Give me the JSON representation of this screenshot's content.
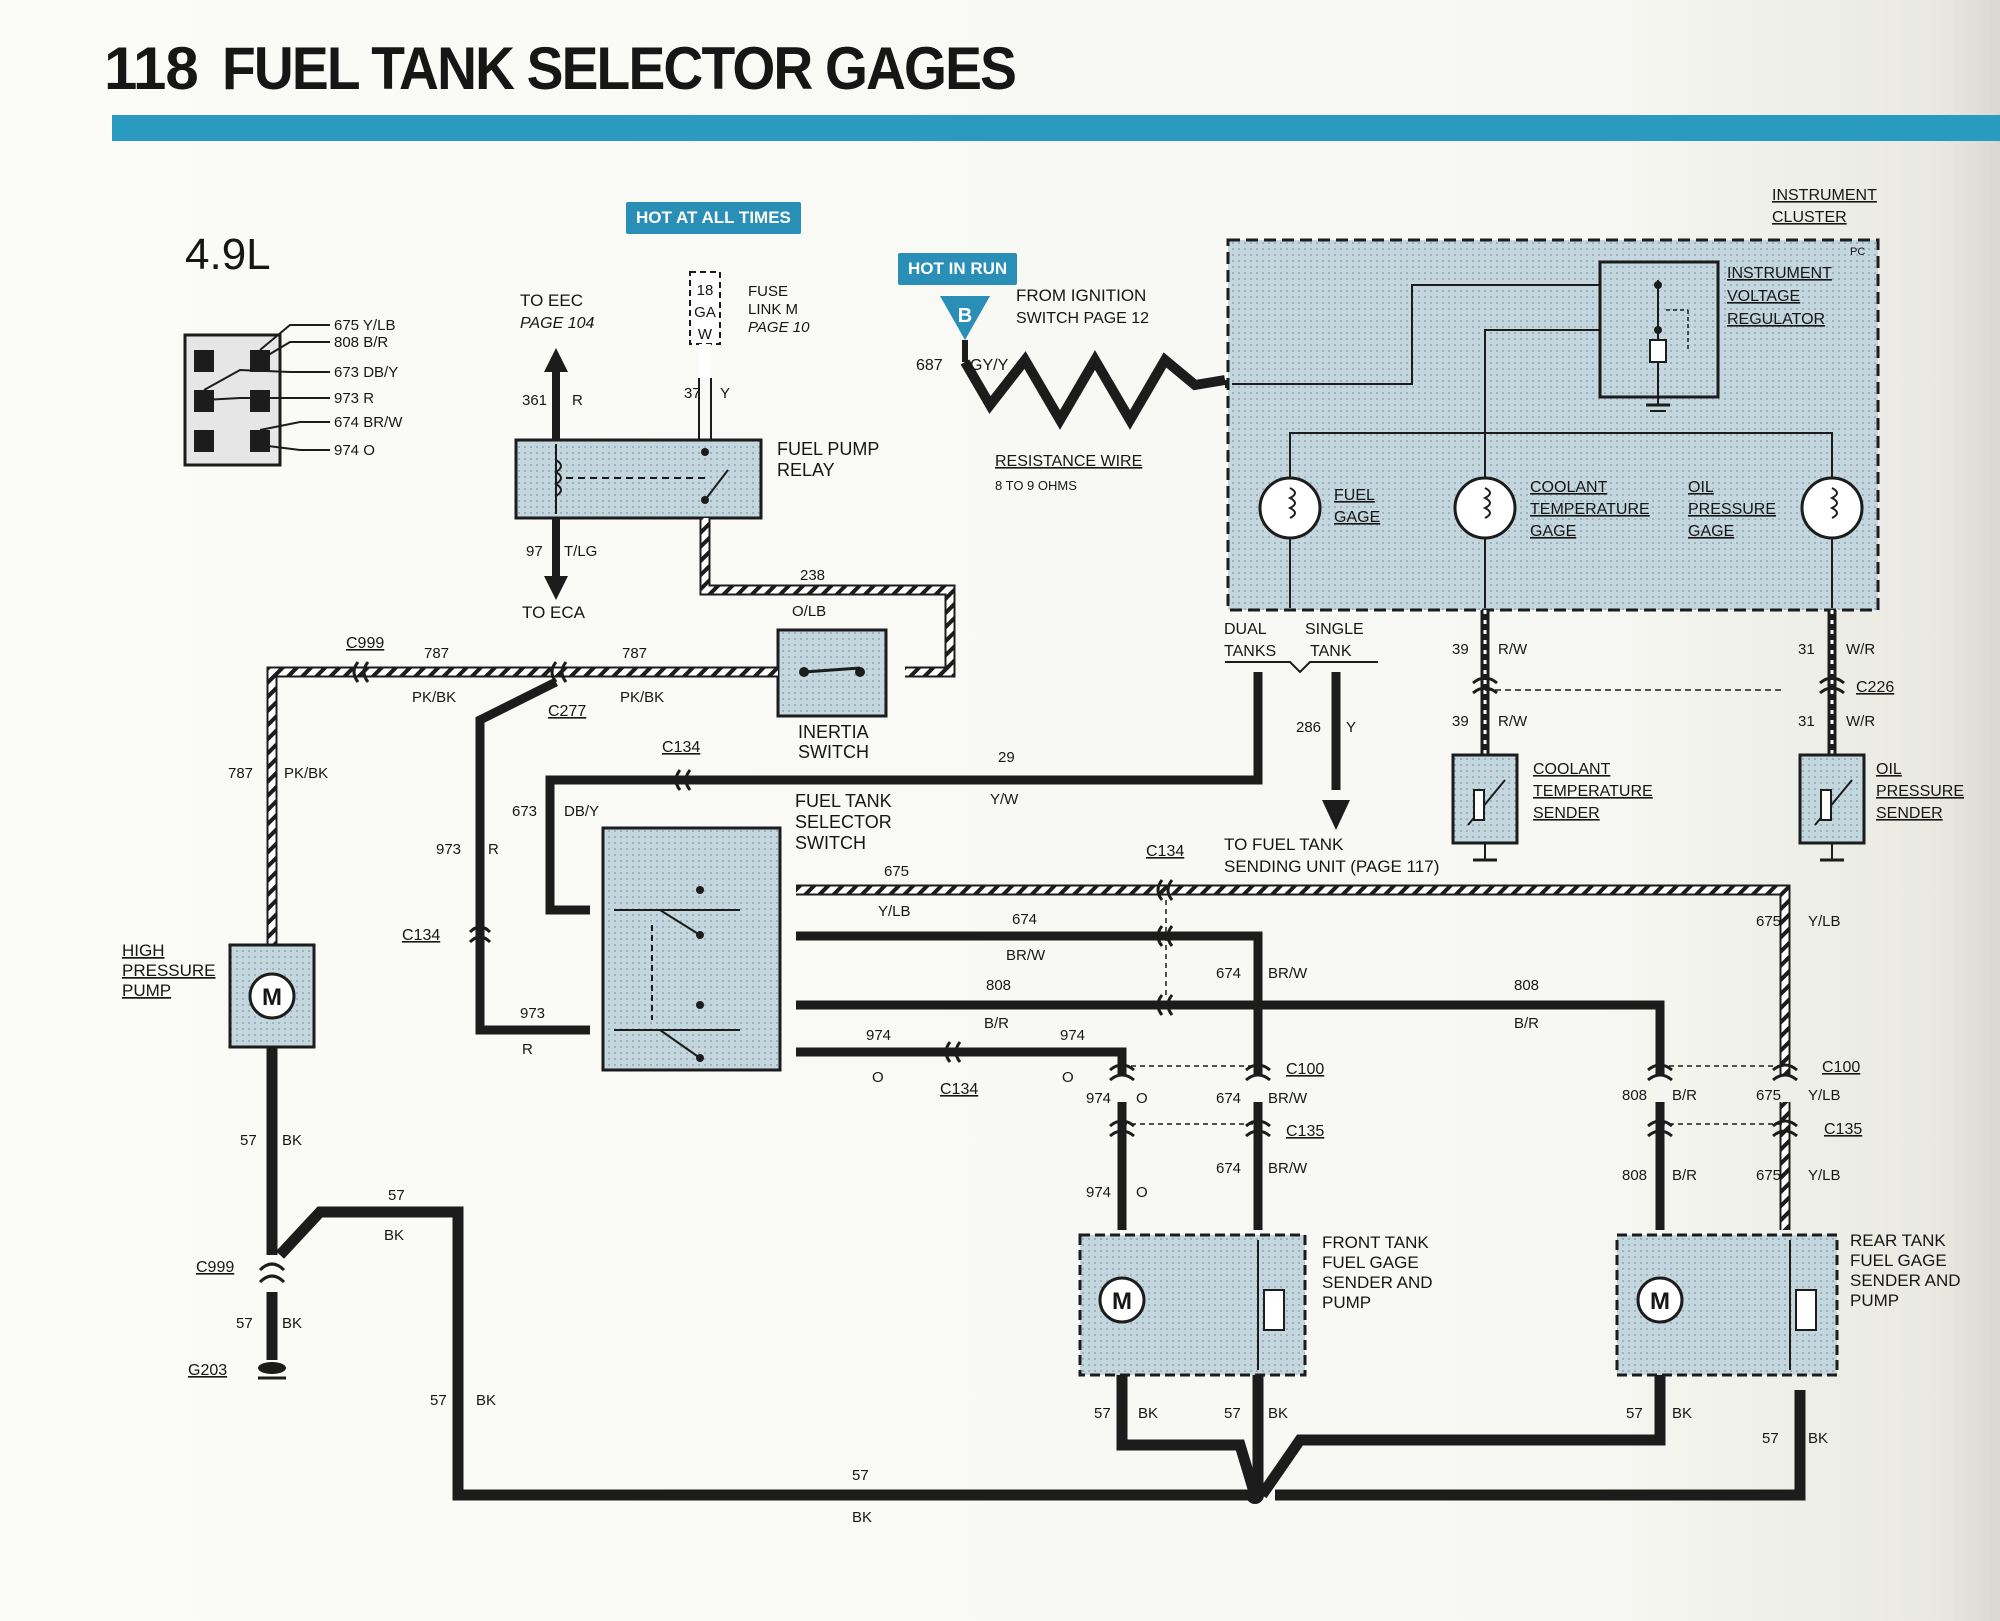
{
  "header": {
    "page_number": "118",
    "title": "FUEL TANK SELECTOR GAGES"
  },
  "engine": "4.9L",
  "badges": {
    "hot_all": "HOT AT ALL TIMES",
    "hot_run": "HOT IN RUN",
    "b_terminal": "B"
  },
  "connector_legend": [
    "675 Y/LB",
    "808 B/R",
    "673 DB/Y",
    "973 R",
    "674 BR/W",
    "974 O"
  ],
  "labels": {
    "to_eec": "TO EEC",
    "page104": "PAGE 104",
    "fuse_gauge": [
      "18",
      "GA",
      "W"
    ],
    "fuse": "FUSE",
    "link_m": "LINK M",
    "page10": "PAGE 10",
    "w361": "361",
    "r": "R",
    "w37": "37",
    "y": "Y",
    "fuel_pump_relay": [
      "FUEL PUMP",
      "RELAY"
    ],
    "w97": "97",
    "t_lg": "T/LG",
    "to_eca": "TO ECA",
    "from_ignition": "FROM IGNITION",
    "switch_page": "SWITCH PAGE 12",
    "w687": "687",
    "gy_y": "GY/Y",
    "resistance_wire": "RESISTANCE WIRE",
    "ohms": "8 TO 9 OHMS",
    "instrument_cluster": [
      "INSTRUMENT",
      "CLUSTER"
    ],
    "ivr": [
      "INSTRUMENT",
      "VOLTAGE",
      "REGULATOR"
    ],
    "pc": "PC",
    "fuel_gage": [
      "FUEL",
      "GAGE"
    ],
    "coolant_temp_gage": [
      "COOLANT",
      "TEMPERATURE",
      "GAGE"
    ],
    "oil_pressure_gage": [
      "OIL",
      "PRESSURE",
      "GAGE"
    ],
    "w238": "238",
    "o_lb": "O/LB",
    "inertia_switch": [
      "INERTIA",
      "SWITCH"
    ],
    "c999": "C999",
    "w787": "787",
    "pk_bk": "PK/BK",
    "c277": "C277",
    "c134": "C134",
    "w29": "29",
    "y_w": "Y/W",
    "dual_tanks": [
      "DUAL",
      "TANKS"
    ],
    "single_tank": [
      "SINGLE",
      "TANK"
    ],
    "w286": "286",
    "to_sending_unit": [
      "TO FUEL TANK",
      "SENDING UNIT (PAGE 117)"
    ],
    "w39": "39",
    "r_w": "R/W",
    "w31": "31",
    "w_r": "W/R",
    "c226": "C226",
    "coolant_sender": [
      "COOLANT",
      "TEMPERATURE",
      "SENDER"
    ],
    "oil_sender": [
      "OIL",
      "PRESSURE",
      "SENDER"
    ],
    "fuel_tank_selector": [
      "FUEL TANK",
      "SELECTOR",
      "SWITCH"
    ],
    "w673": "673",
    "db_y": "DB/Y",
    "w973": "973",
    "w675": "675",
    "y_lb": "Y/LB",
    "w674": "674",
    "br_w": "BR/W",
    "w808": "808",
    "b_r": "B/R",
    "w974": "974",
    "o": "O",
    "c100": "C100",
    "c135": "C135",
    "high_pressure_pump": [
      "HIGH",
      "PRESSURE",
      "PUMP"
    ],
    "w57": "57",
    "bk": "BK",
    "g203": "G203",
    "m": "M",
    "front_tank": [
      "FRONT TANK",
      "FUEL GAGE",
      "SENDER AND",
      "PUMP"
    ],
    "rear_tank": [
      "REAR TANK",
      "FUEL GAGE",
      "SENDER AND",
      "PUMP"
    ]
  },
  "colors": {
    "accent_bar": "#2a9ac0",
    "component_fill": "#bfd3dc",
    "wire": "#1c1c1c"
  }
}
